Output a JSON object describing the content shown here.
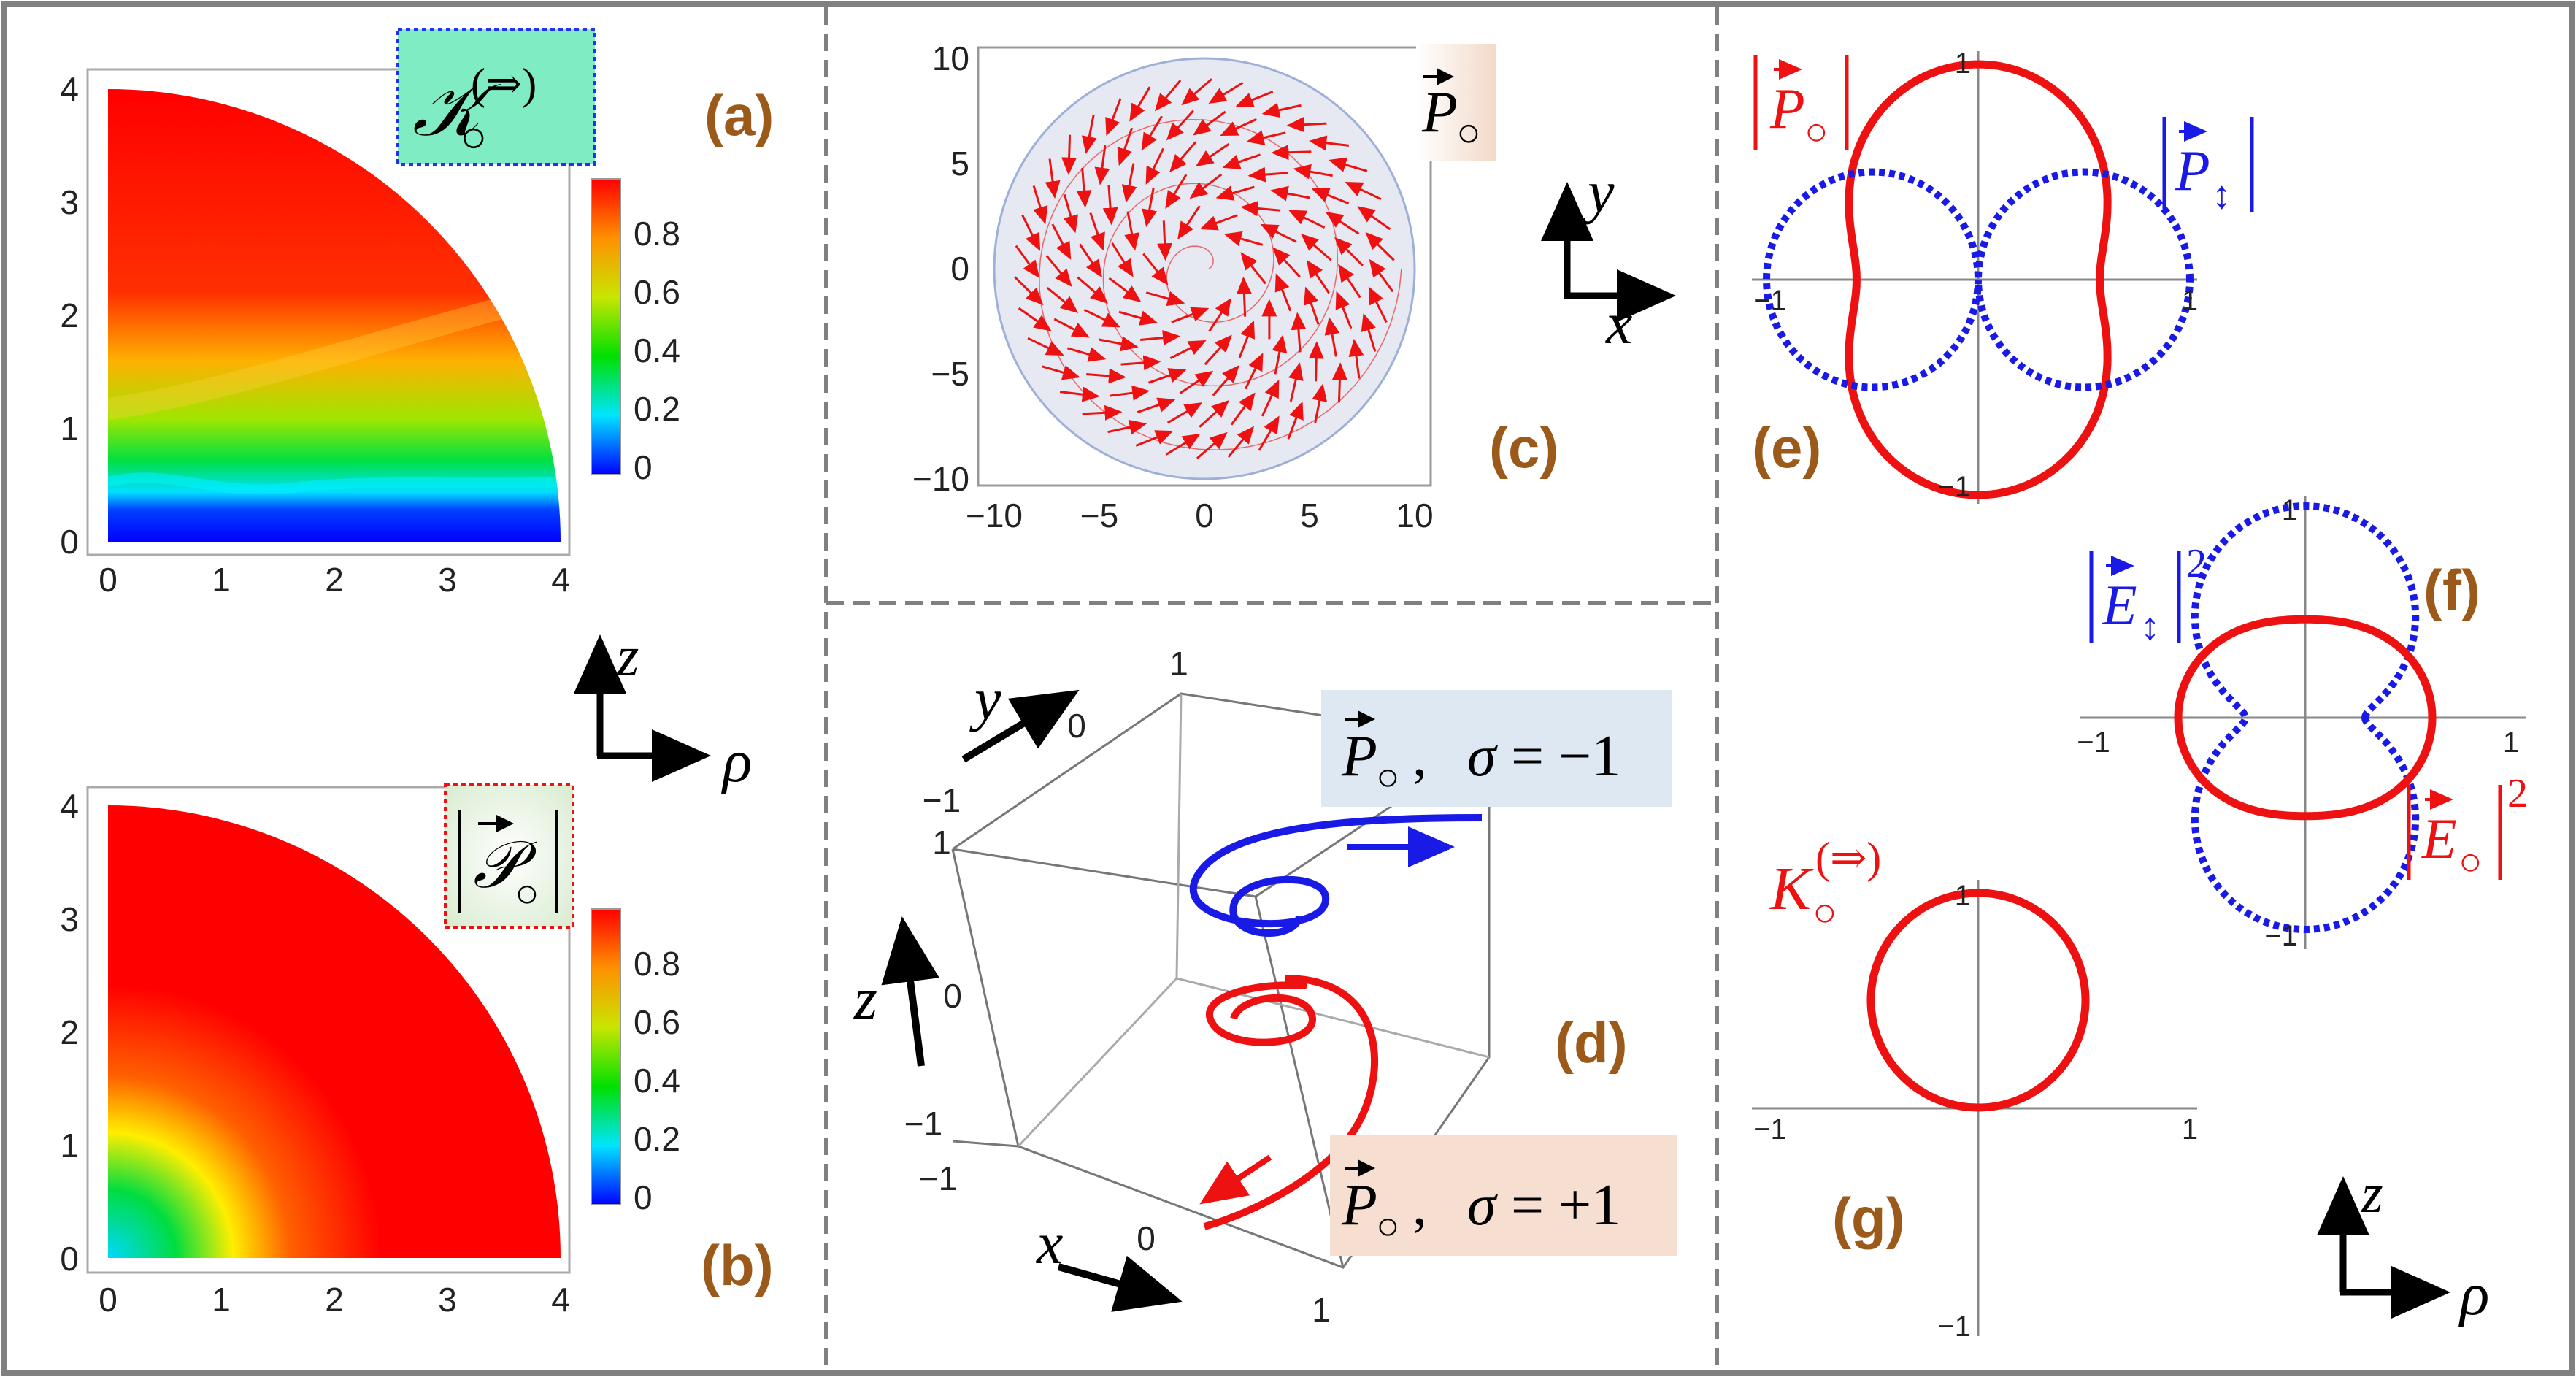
{
  "panel_labels": {
    "a": "(a)",
    "b": "(b)",
    "c": "(c)",
    "d": "(d)",
    "e": "(e)",
    "f": "(f)",
    "g": "(g)"
  },
  "colorbar": {
    "ticks": [
      "0",
      "0.2",
      "0.4",
      "0.6",
      "0.8"
    ]
  },
  "panel_a": {
    "xticks": [
      "0",
      "1",
      "2",
      "3",
      "4"
    ],
    "yticks": [
      "0",
      "1",
      "2",
      "3",
      "4"
    ],
    "legend_symbol": "𝒦",
    "legend_subscript": "○",
    "legend_superscript": "(⇒)"
  },
  "panel_b": {
    "xticks": [
      "0",
      "1",
      "2",
      "3",
      "4"
    ],
    "yticks": [
      "0",
      "1",
      "2",
      "3",
      "4"
    ],
    "legend_symbol": "𝒫",
    "legend_subscript": "○"
  },
  "axes_rho_z": {
    "vertical": "z",
    "horizontal": "ρ"
  },
  "panel_c": {
    "xticks": [
      "−10",
      "−5",
      "0",
      "5",
      "10"
    ],
    "yticks": [
      "−10",
      "−5",
      "0",
      "5",
      "10"
    ],
    "legend_symbol": "P",
    "legend_subscript": "○",
    "axes": {
      "vertical": "y",
      "horizontal": "x"
    }
  },
  "panel_d": {
    "axis_y": "y",
    "axis_z": "z",
    "axis_x": "x",
    "ticks": {
      "y_top": "1",
      "y_zero": "0",
      "y_neg": "−1",
      "z_top": "1",
      "z_zero": "0",
      "z_neg": "−1",
      "x_neg": "−1",
      "x_zero": "0",
      "x_pos": "1"
    },
    "legend_blue": {
      "symbol": "P",
      "subscript": "○",
      "sep": ",",
      "sigma": "σ",
      "value": "= −1"
    },
    "legend_red": {
      "symbol": "P",
      "subscript": "○",
      "sep": ",",
      "sigma": "σ",
      "value": "= +1"
    }
  },
  "panel_e": {
    "ticks": {
      "top": "1",
      "bottom": "−1",
      "left": "−1",
      "right": "1"
    },
    "label_red": {
      "symbol": "P",
      "subscript": "○"
    },
    "label_blue": {
      "symbol": "P",
      "subscript": "↕"
    }
  },
  "panel_f": {
    "ticks": {
      "top": "1",
      "bottom": "−1",
      "left": "−1",
      "right": "1"
    },
    "label_blue": {
      "symbol": "E",
      "subscript": "↕",
      "power": "2"
    },
    "label_red": {
      "symbol": "E",
      "subscript": "○",
      "power": "2"
    }
  },
  "panel_g": {
    "ticks": {
      "top": "1",
      "bottom": "−1",
      "left": "−1",
      "right": "1"
    },
    "label": {
      "symbol": "K",
      "subscript": "○",
      "superscript": "(⇒)"
    }
  },
  "colors": {
    "accent_brown": "#9b5a1a",
    "red": "#ee1111",
    "blue": "#1a1ae6",
    "frame": "#808080"
  }
}
